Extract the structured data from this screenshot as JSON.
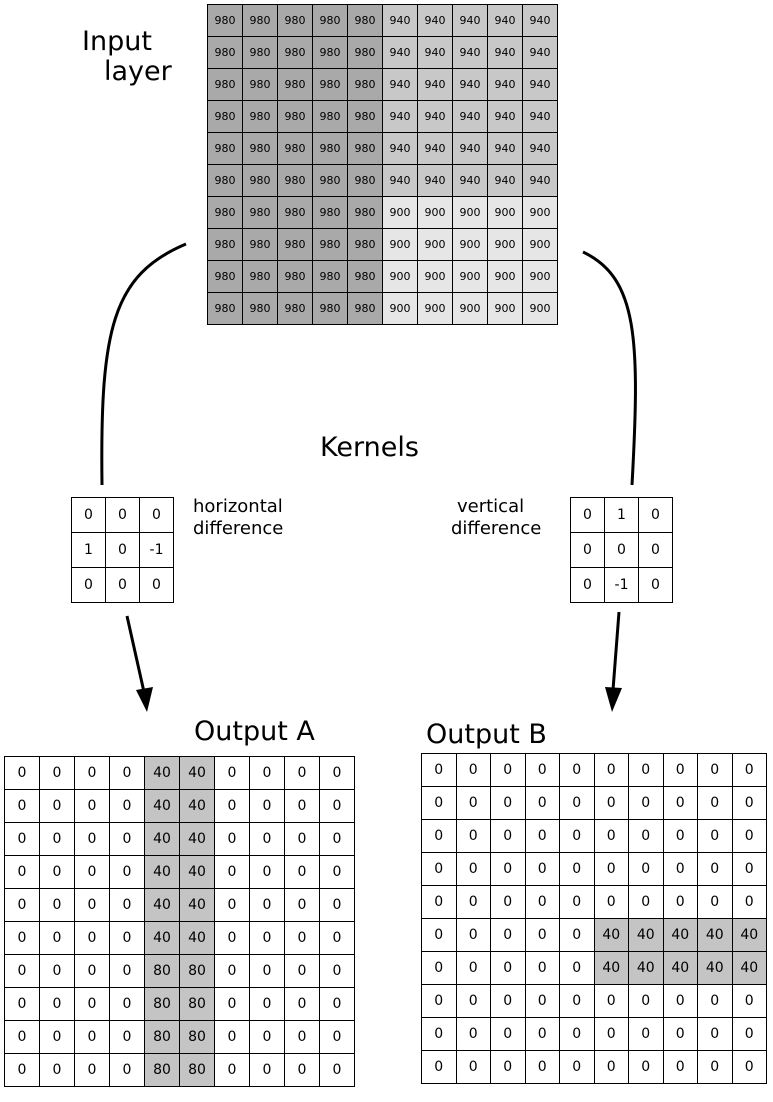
{
  "labels": {
    "input_line1": "Input",
    "input_line2": "layer",
    "kernels": "Kernels",
    "h_line1": "horizontal",
    "h_line2": "difference",
    "v_line1": "vertical",
    "v_line2": "difference",
    "output_a": "Output A",
    "output_b": "Output B"
  },
  "colors": {
    "dark": "#a9a9a9",
    "mid": "#c8c8c8",
    "light": "#e6e6e6",
    "highlight": "#c4c4c4",
    "white": "#ffffff"
  },
  "input_grid": [
    [
      "980",
      "980",
      "980",
      "980",
      "980",
      "940",
      "940",
      "940",
      "940",
      "940"
    ],
    [
      "980",
      "980",
      "980",
      "980",
      "980",
      "940",
      "940",
      "940",
      "940",
      "940"
    ],
    [
      "980",
      "980",
      "980",
      "980",
      "980",
      "940",
      "940",
      "940",
      "940",
      "940"
    ],
    [
      "980",
      "980",
      "980",
      "980",
      "980",
      "940",
      "940",
      "940",
      "940",
      "940"
    ],
    [
      "980",
      "980",
      "980",
      "980",
      "980",
      "940",
      "940",
      "940",
      "940",
      "940"
    ],
    [
      "980",
      "980",
      "980",
      "980",
      "980",
      "940",
      "940",
      "940",
      "940",
      "940"
    ],
    [
      "980",
      "980",
      "980",
      "980",
      "980",
      "900",
      "900",
      "900",
      "900",
      "900"
    ],
    [
      "980",
      "980",
      "980",
      "980",
      "980",
      "900",
      "900",
      "900",
      "900",
      "900"
    ],
    [
      "980",
      "980",
      "980",
      "980",
      "980",
      "900",
      "900",
      "900",
      "900",
      "900"
    ],
    [
      "980",
      "980",
      "980",
      "980",
      "980",
      "900",
      "900",
      "900",
      "900",
      "900"
    ]
  ],
  "kernel_horizontal": [
    [
      "0",
      "0",
      "0"
    ],
    [
      "1",
      "0",
      "-1"
    ],
    [
      "0",
      "0",
      "0"
    ]
  ],
  "kernel_vertical": [
    [
      "0",
      "1",
      "0"
    ],
    [
      "0",
      "0",
      "0"
    ],
    [
      "0",
      "-1",
      "0"
    ]
  ],
  "output_a": [
    [
      "0",
      "0",
      "0",
      "0",
      "40",
      "40",
      "0",
      "0",
      "0",
      "0"
    ],
    [
      "0",
      "0",
      "0",
      "0",
      "40",
      "40",
      "0",
      "0",
      "0",
      "0"
    ],
    [
      "0",
      "0",
      "0",
      "0",
      "40",
      "40",
      "0",
      "0",
      "0",
      "0"
    ],
    [
      "0",
      "0",
      "0",
      "0",
      "40",
      "40",
      "0",
      "0",
      "0",
      "0"
    ],
    [
      "0",
      "0",
      "0",
      "0",
      "40",
      "40",
      "0",
      "0",
      "0",
      "0"
    ],
    [
      "0",
      "0",
      "0",
      "0",
      "40",
      "40",
      "0",
      "0",
      "0",
      "0"
    ],
    [
      "0",
      "0",
      "0",
      "0",
      "80",
      "80",
      "0",
      "0",
      "0",
      "0"
    ],
    [
      "0",
      "0",
      "0",
      "0",
      "80",
      "80",
      "0",
      "0",
      "0",
      "0"
    ],
    [
      "0",
      "0",
      "0",
      "0",
      "80",
      "80",
      "0",
      "0",
      "0",
      "0"
    ],
    [
      "0",
      "0",
      "0",
      "0",
      "80",
      "80",
      "0",
      "0",
      "0",
      "0"
    ]
  ],
  "output_b": [
    [
      "0",
      "0",
      "0",
      "0",
      "0",
      "0",
      "0",
      "0",
      "0",
      "0"
    ],
    [
      "0",
      "0",
      "0",
      "0",
      "0",
      "0",
      "0",
      "0",
      "0",
      "0"
    ],
    [
      "0",
      "0",
      "0",
      "0",
      "0",
      "0",
      "0",
      "0",
      "0",
      "0"
    ],
    [
      "0",
      "0",
      "0",
      "0",
      "0",
      "0",
      "0",
      "0",
      "0",
      "0"
    ],
    [
      "0",
      "0",
      "0",
      "0",
      "0",
      "0",
      "0",
      "0",
      "0",
      "0"
    ],
    [
      "0",
      "0",
      "0",
      "0",
      "0",
      "40",
      "40",
      "40",
      "40",
      "40"
    ],
    [
      "0",
      "0",
      "0",
      "0",
      "0",
      "40",
      "40",
      "40",
      "40",
      "40"
    ],
    [
      "0",
      "0",
      "0",
      "0",
      "0",
      "0",
      "0",
      "0",
      "0",
      "0"
    ],
    [
      "0",
      "0",
      "0",
      "0",
      "0",
      "0",
      "0",
      "0",
      "0",
      "0"
    ],
    [
      "0",
      "0",
      "0",
      "0",
      "0",
      "0",
      "0",
      "0",
      "0",
      "0"
    ]
  ]
}
